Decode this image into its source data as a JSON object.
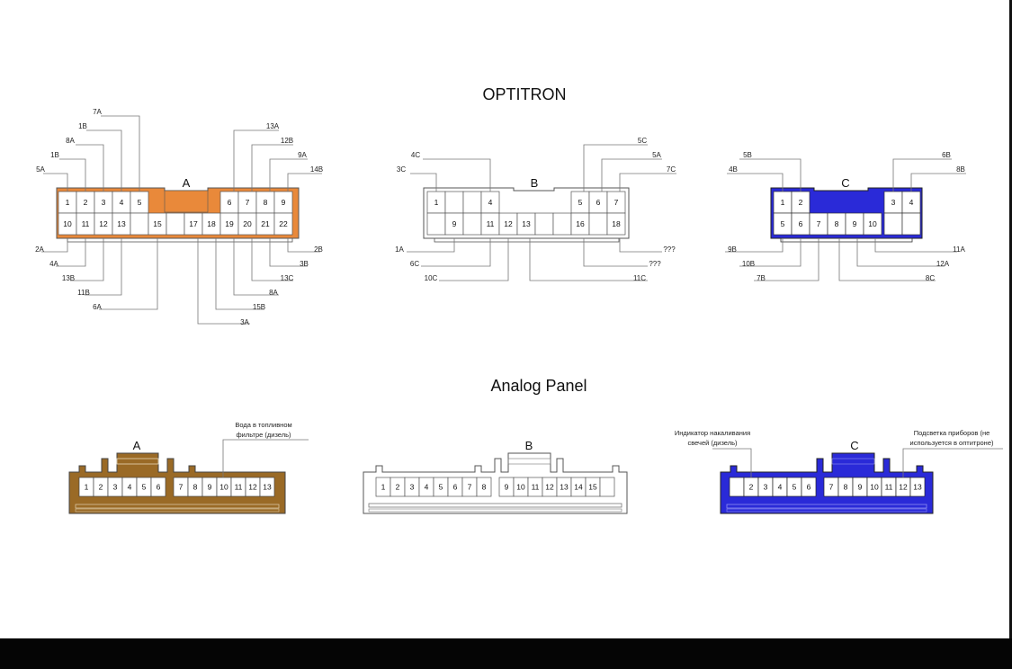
{
  "colors": {
    "optitron_a": "#e9893a",
    "optitron_b": "#ffffff",
    "optitron_c": "#2a2ad8",
    "analog_a": "#9a6a26",
    "analog_b": "#ffffff",
    "analog_c": "#2a2ad8",
    "outline": "#555555",
    "leader": "#777777"
  },
  "optitron": {
    "title": "OPTITRON",
    "a": {
      "letter": "A",
      "top_pins": [
        "1",
        "2",
        "3",
        "4",
        "5",
        "6",
        "7",
        "8",
        "9"
      ],
      "bottom_pins": [
        "10",
        "11",
        "12",
        "13",
        "15",
        "17",
        "18",
        "19",
        "20",
        "21",
        "22"
      ],
      "labels_top_left": [
        "7A",
        "1B",
        "8A",
        "1B",
        "5A"
      ],
      "labels_top_right": [
        "13A",
        "12B",
        "9A",
        "14B"
      ],
      "labels_bottom_left": [
        "2A",
        "4A",
        "13B",
        "11B",
        "6A"
      ],
      "labels_bottom_right": [
        "2B",
        "3B",
        "13C",
        "8A",
        "15B",
        "3A"
      ]
    },
    "b": {
      "letter": "B",
      "top_pins": [
        "1",
        "4",
        "5",
        "6",
        "7"
      ],
      "bottom_pins": [
        "9",
        "11",
        "12",
        "13",
        "16",
        "18"
      ],
      "labels_top_left": [
        "4C",
        "3C"
      ],
      "labels_top_right": [
        "5C",
        "5A",
        "7C"
      ],
      "labels_bottom_left": [
        "1A",
        "6C",
        "10C"
      ],
      "labels_bottom_right": [
        "???",
        "???",
        "11C"
      ]
    },
    "c": {
      "letter": "C",
      "top_pins": [
        "1",
        "2",
        "3",
        "4"
      ],
      "bottom_pins": [
        "5",
        "6",
        "7",
        "8",
        "9",
        "10"
      ],
      "labels_top_left": [
        "5B",
        "4B"
      ],
      "labels_top_right": [
        "6B",
        "8B"
      ],
      "labels_bottom_left": [
        "9B",
        "10B",
        "7B"
      ],
      "labels_bottom_right": [
        "11A",
        "12A",
        "8C"
      ]
    }
  },
  "analog": {
    "title": "Analog Panel",
    "a": {
      "letter": "A",
      "pins": [
        "1",
        "2",
        "3",
        "4",
        "5",
        "6",
        "7",
        "8",
        "9",
        "10",
        "11",
        "12",
        "13"
      ],
      "note": [
        "Вода в топливном",
        "фильтре (дизель)"
      ]
    },
    "b": {
      "letter": "B",
      "pins": [
        "1",
        "2",
        "3",
        "4",
        "5",
        "6",
        "7",
        "8",
        "9",
        "10",
        "11",
        "12",
        "13",
        "14",
        "15"
      ]
    },
    "c": {
      "letter": "C",
      "pins": [
        "2",
        "3",
        "4",
        "5",
        "6",
        "7",
        "8",
        "9",
        "10",
        "11",
        "12",
        "13"
      ],
      "note_left": [
        "Индикатор накаливания",
        "свечей (дизель)"
      ],
      "note_right": [
        "Подсветка приборов (не",
        "используется в оптитроне)"
      ]
    }
  }
}
